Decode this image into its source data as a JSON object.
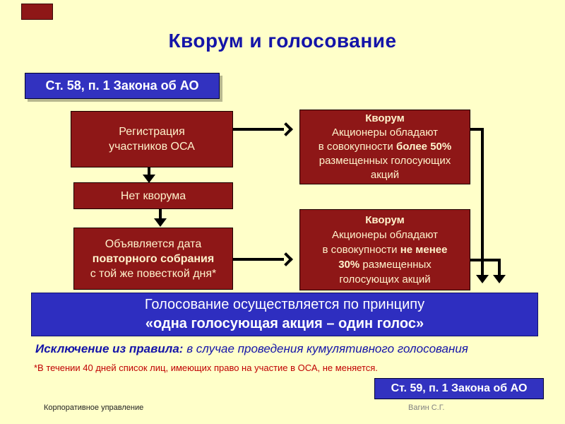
{
  "colors": {
    "background": "#FFFFC9",
    "box_maroon": "#8E1717",
    "box_blue": "#3232C0",
    "title_blue": "#1414A8",
    "footnote_red": "#C00000"
  },
  "title": "Кворум и голосование",
  "refs": {
    "top": "Ст. 58, п. 1 Закона об АО",
    "bottom": "Ст. 59, п. 1 Закона об АО"
  },
  "boxes": {
    "registration": {
      "line1": "Регистрация",
      "line2": "участников ОСА"
    },
    "no_quorum": {
      "line1": "Нет кворума"
    },
    "repeat": {
      "line1": "Объявляется дата",
      "line2": "повторного собрания",
      "line3": "с той же повесткой дня*"
    },
    "quorum50": {
      "title": "Кворум",
      "line1": "Акционеры обладают",
      "line2a": "в совокупности ",
      "line2b": "более 50%",
      "line3": "размещенных голосующих",
      "line4": "акций"
    },
    "quorum30": {
      "title": "Кворум",
      "line1": "Акционеры обладают",
      "line2a": "в совокупности ",
      "line2b": "не менее",
      "line3b": "30%",
      "line3a": " размещенных",
      "line4": "голосующих акций"
    }
  },
  "voting_banner": {
    "line1": "Голосование осуществляется по принципу",
    "line2": "«одна голосующая акция – один голос»"
  },
  "exception": {
    "bold": "Исключение из правила:",
    "rest": " в случае проведения кумулятивного голосования"
  },
  "footnote": "*В течении  40 дней список лиц, имеющих право на участие в ОСА, не меняется.",
  "footer": {
    "left": "Корпоративное управление",
    "right": "Вагин С.Г."
  }
}
